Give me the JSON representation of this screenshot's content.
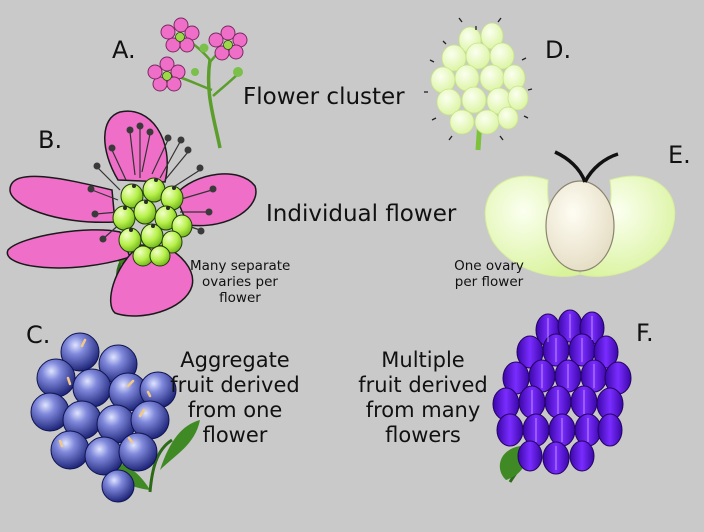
{
  "labels": {
    "a": "A.",
    "b": "B.",
    "c": "C.",
    "d": "D.",
    "e": "E.",
    "f": "F."
  },
  "headings": {
    "flower_cluster": "Flower cluster",
    "individual_flower": "Individual flower"
  },
  "notes": {
    "separate_ovaries": [
      "Many separate",
      "ovaries per",
      "flower"
    ],
    "one_ovary": [
      "One ovary",
      "per flower"
    ]
  },
  "fruit_types": {
    "aggregate": [
      "Aggregate",
      "fruit derived",
      "from one",
      "flower"
    ],
    "multiple": [
      "Multiple",
      "fruit derived",
      "from many",
      "flowers"
    ]
  },
  "colors": {
    "background": "#c9c9c9",
    "petal_pink": "#ef6fc8",
    "ovary_green": "#c6f36a",
    "berry_blue": "#4b55b8",
    "multiple_purple": "#5a10d8",
    "pale_green": "#e6f7b4"
  }
}
